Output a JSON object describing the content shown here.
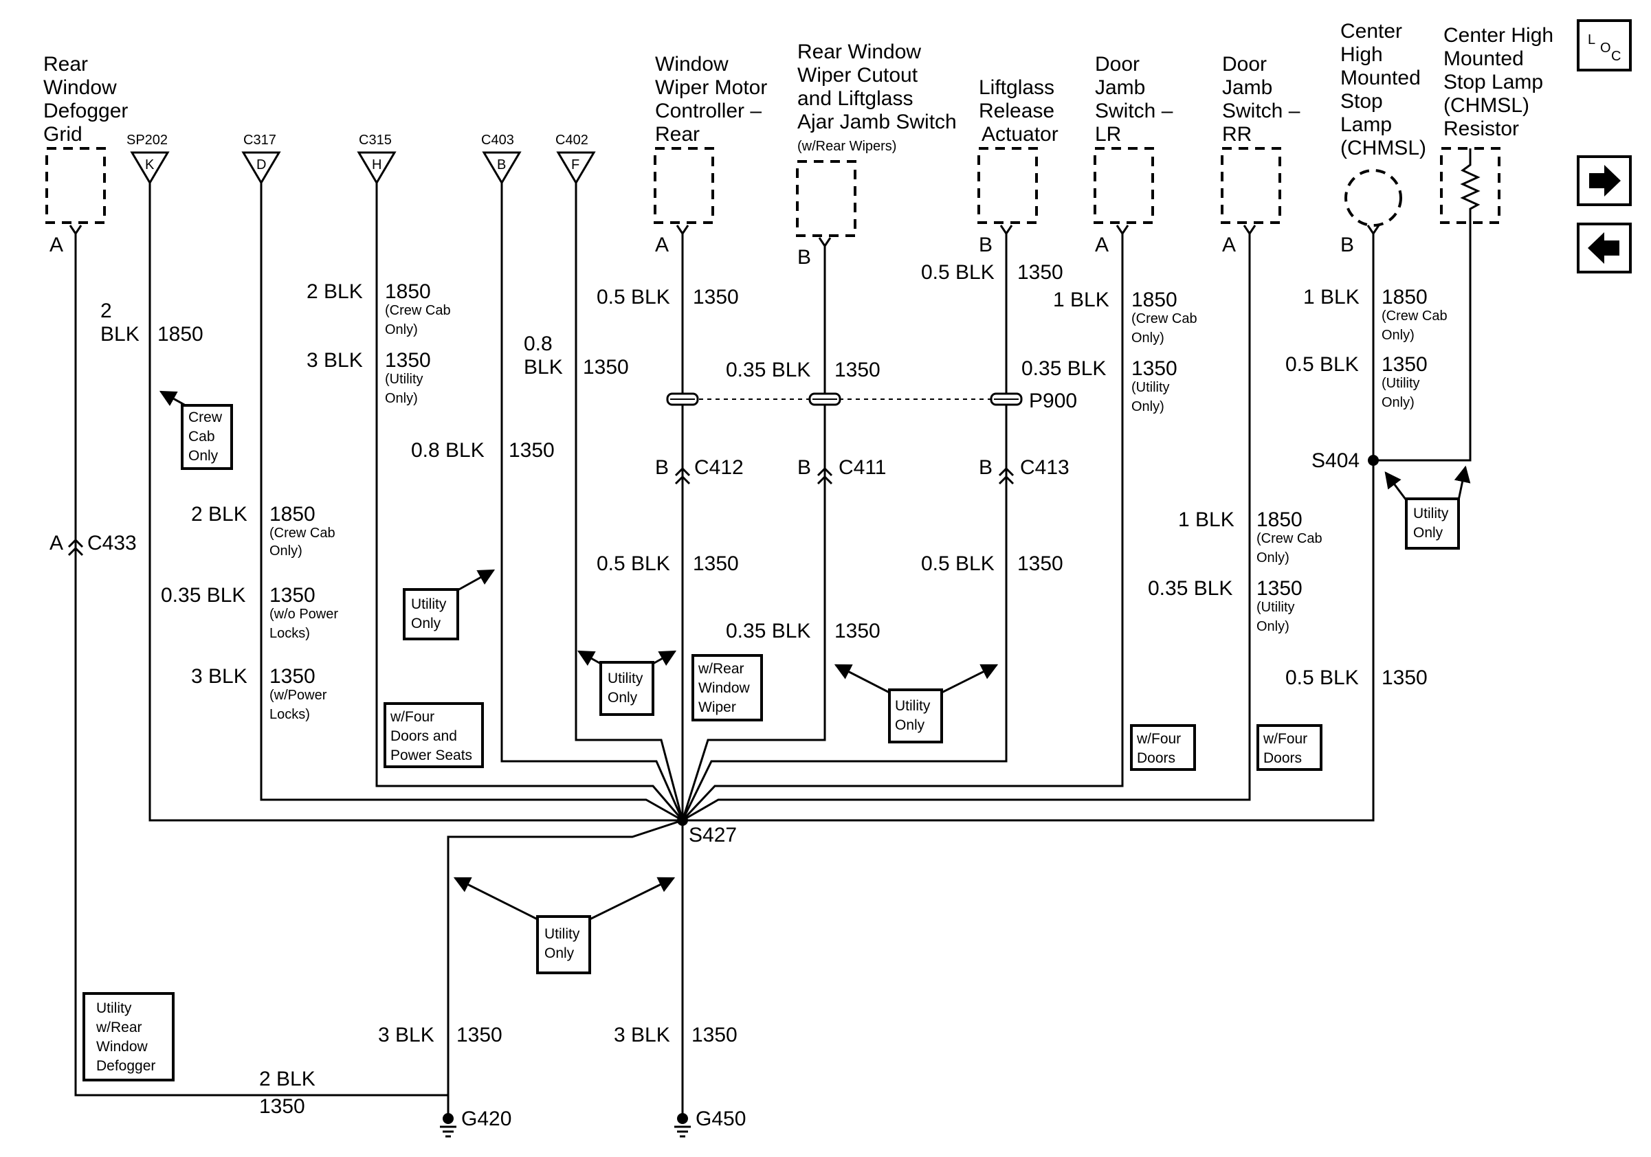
{
  "components": {
    "rear_defogger": [
      "Rear",
      "Window",
      "Defogger",
      "Grid"
    ],
    "wiper_controller": [
      "Window",
      "Wiper Motor",
      "Controller –",
      "Rear"
    ],
    "wiper_cutout": [
      "Rear Window",
      "Wiper Cutout",
      "and Liftglass",
      "Ajar Jamb Switch"
    ],
    "wiper_cutout_note": "(w/Rear Wipers)",
    "liftglass_actuator": [
      "Liftglass",
      "Release",
      "Actuator"
    ],
    "door_lr": [
      "Door",
      "Jamb",
      "Switch –",
      "LR"
    ],
    "door_rr": [
      "Door",
      "Jamb",
      "Switch –",
      "RR"
    ],
    "chmsl_lamp": [
      "Center",
      "High",
      "Mounted",
      "Stop",
      "Lamp",
      "(CHMSL)"
    ],
    "chmsl_resistor": [
      "Center High",
      "Mounted",
      "Stop Lamp",
      "(CHMSL)",
      "Resistor"
    ]
  },
  "connectors": [
    {
      "name": "SP202",
      "pin": "K"
    },
    {
      "name": "C317",
      "pin": "D"
    },
    {
      "name": "C315",
      "pin": "H"
    },
    {
      "name": "C403",
      "pin": "B"
    },
    {
      "name": "C402",
      "pin": "F"
    }
  ],
  "pins": {
    "a": "A",
    "b": "B"
  },
  "inline": {
    "c433": "C433",
    "c412": "C412",
    "c411": "C411",
    "c413": "C413",
    "p900": "P900"
  },
  "splices": {
    "s427": "S427",
    "s404": "S404"
  },
  "grounds": {
    "g420": "G420",
    "g450": "G450"
  },
  "wires": {
    "blk2": "2 BLK",
    "blk3": "3 BLK",
    "blk1": "1 BLK",
    "blk05": "0.5 BLK",
    "blk08": "0.8 BLK",
    "blk035": "0.35 BLK",
    "two": "2",
    "blk": "BLK",
    "zero8": "0.8",
    "c1850": "1850",
    "c1350": "1350"
  },
  "conditions": {
    "crew_cab_paren": [
      "(Crew Cab",
      "Only)"
    ],
    "utility_paren": [
      "(Utility",
      "Only)"
    ],
    "wo_power_locks": [
      "(w/o Power",
      "Locks)"
    ],
    "w_power_locks": [
      "(w/Power",
      "Locks)"
    ]
  },
  "notes": {
    "crew_cab_only": [
      "Crew",
      "Cab",
      "Only"
    ],
    "utility_only": [
      "Utility",
      "Only"
    ],
    "four_doors_power_seats": [
      "w/Four",
      "Doors and",
      "Power Seats"
    ],
    "rear_window_wiper": [
      "w/Rear",
      "Window",
      "Wiper"
    ],
    "four_doors": [
      "w/Four",
      "Doors"
    ],
    "utility_defogger": [
      "Utility",
      "w/Rear",
      "Window",
      "Defogger"
    ]
  },
  "loc": [
    "L",
    "O",
    "C"
  ],
  "nav_icons": [
    "right-arrow-icon",
    "left-arrow-icon"
  ]
}
